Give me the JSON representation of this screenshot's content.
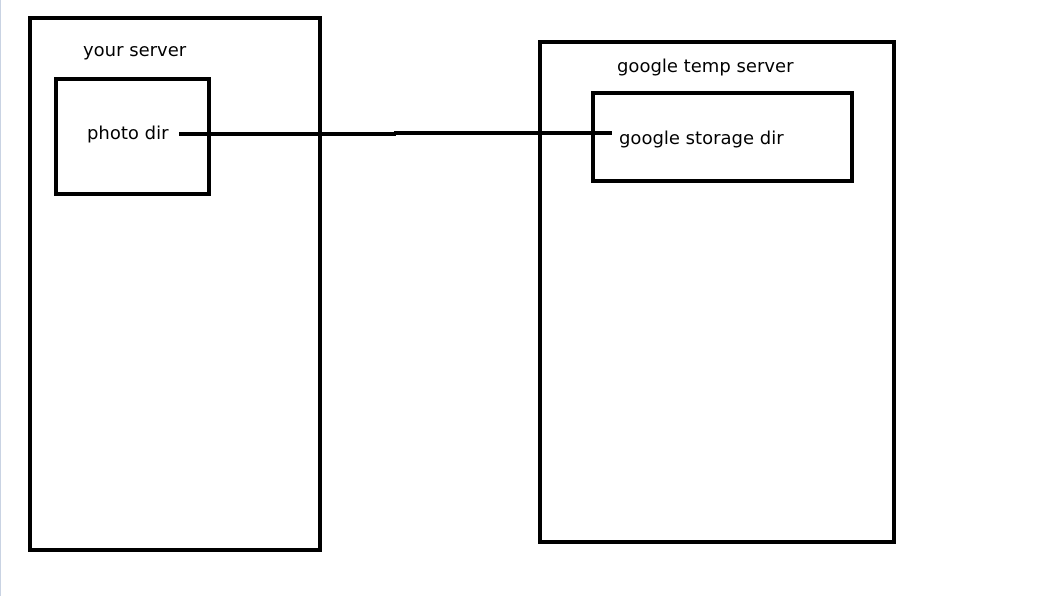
{
  "diagram": {
    "left_server": {
      "title": "your server",
      "inner_box": {
        "label": "photo dir"
      }
    },
    "right_server": {
      "title": "google temp server",
      "inner_box": {
        "label": "google storage dir"
      }
    },
    "connection": {
      "from": "photo dir",
      "to": "google storage dir"
    },
    "colors": {
      "stroke": "#000000",
      "background": "#ffffff"
    }
  }
}
